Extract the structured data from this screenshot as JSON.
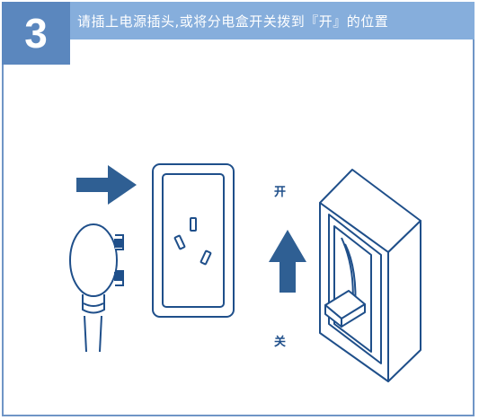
{
  "step": {
    "number": "3"
  },
  "header": {
    "instruction": "请插上电源插头,或将分电盒开关拨到『开』的位置"
  },
  "switch_box": {
    "on_label": "开",
    "off_label": "关"
  },
  "colors": {
    "badge": "#5b87be",
    "header": "#86aedc",
    "ink": "#1f4f8a",
    "arrow": "#2f5f93"
  }
}
